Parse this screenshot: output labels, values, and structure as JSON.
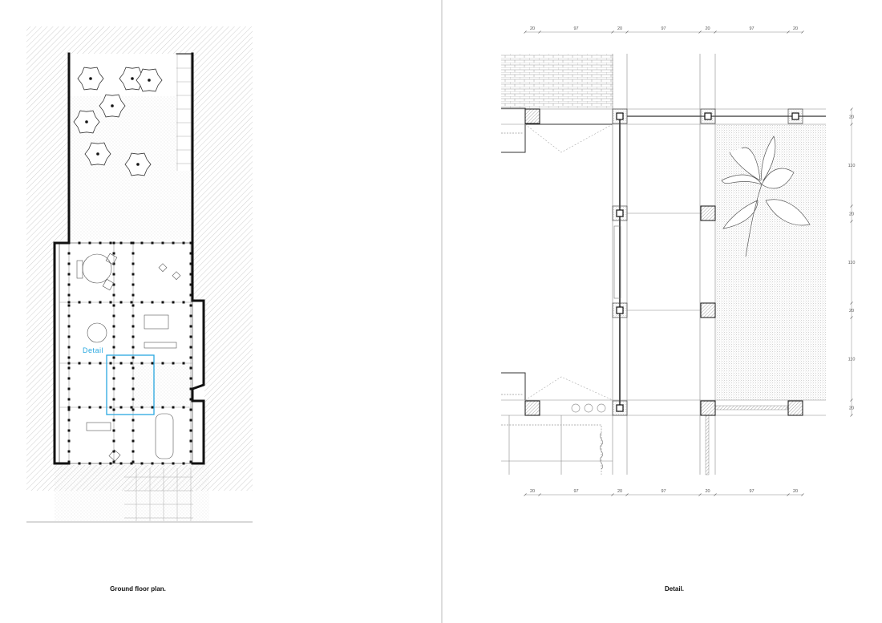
{
  "left_page": {
    "caption": "Ground floor plan.",
    "detail_label": "Detail",
    "detail_color": "#29a8e0"
  },
  "right_page": {
    "caption": "Detail.",
    "dims_top": [
      "20",
      "97",
      "20",
      "97",
      "20",
      "97",
      "20"
    ],
    "dims_bottom": [
      "20",
      "97",
      "20",
      "97",
      "20",
      "97",
      "20"
    ],
    "dims_right": [
      "20",
      "110",
      "20",
      "110",
      "20",
      "110",
      "20"
    ]
  }
}
